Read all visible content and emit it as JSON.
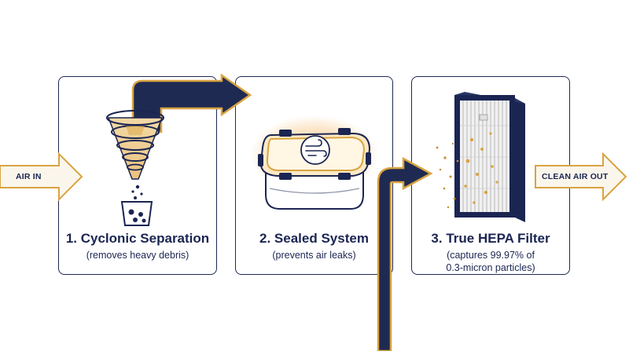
{
  "inputs": {
    "air_in": "AIR IN"
  },
  "outputs": {
    "clean_air_out": "CLEAN AIR OUT"
  },
  "steps": [
    {
      "title": "1. Cyclonic Separation",
      "subtitle": "(removes heavy debris)",
      "icon": "cyclone-funnel-icon"
    },
    {
      "title": "2. Sealed System",
      "subtitle": "(prevents air leaks)",
      "icon": "sealed-container-icon"
    },
    {
      "title": "3. True HEPA Filter",
      "subtitle_lines": [
        "(captures 99.97% of",
        "0.3-micron particles)"
      ],
      "icon": "hepa-filter-icon"
    }
  ],
  "colors": {
    "navy": "#1b2552",
    "gold": "#d9a441",
    "gold_light": "#f3d9a6",
    "orange_glow": "#f0a23a"
  }
}
